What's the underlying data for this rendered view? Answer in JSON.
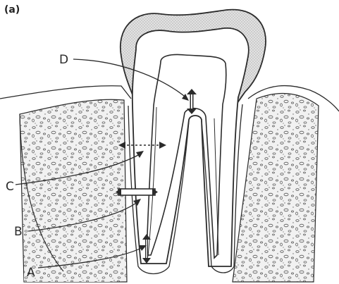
{
  "panel_label": "(a)",
  "labels": {
    "a": "A",
    "b": "B",
    "c": "C",
    "d": "D"
  },
  "colors": {
    "line": "#2b2b2b",
    "bone_fill": "#ededed",
    "enamel_fill": "#d9d9d9",
    "background": "#ffffff"
  }
}
